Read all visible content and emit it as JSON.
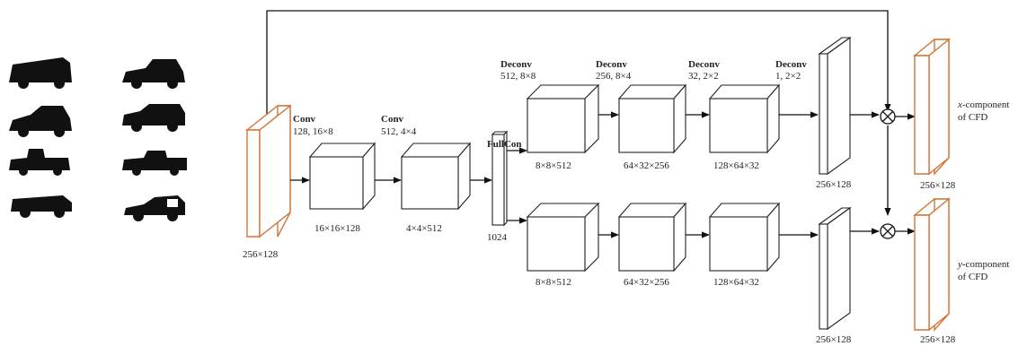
{
  "input": {
    "size": "256×128"
  },
  "encoder": {
    "conv1": {
      "name": "Conv",
      "params": "128, 16×8",
      "output": "16×16×128"
    },
    "conv2": {
      "name": "Conv",
      "params": "512, 4×4",
      "output": "4×4×512"
    },
    "fullcon": {
      "name": "FullCon",
      "output": "1024"
    }
  },
  "decoder_top": {
    "layers": [
      {
        "name": "Deconv",
        "params": "512, 8×8",
        "output": "8×8×512"
      },
      {
        "name": "Deconv",
        "params": "256, 8×4",
        "output": "64×32×256"
      },
      {
        "name": "Deconv",
        "params": "32, 2×2",
        "output": "128×64×32"
      },
      {
        "name": "Deconv",
        "params": "1, 2×2",
        "output": "256×128"
      }
    ]
  },
  "decoder_bottom": {
    "outputs": [
      "8×8×512",
      "64×32×256",
      "128×64×32",
      "256×128"
    ]
  },
  "outputs": {
    "x": {
      "italic": "x",
      "rest": "-component",
      "line2": "of CFD",
      "size": "256×128"
    },
    "y": {
      "italic": "y",
      "rest": "-component",
      "line2": "of CFD",
      "size": "256×128"
    }
  },
  "colors": {
    "accent": "#d2753a",
    "ink": "#111111"
  },
  "icons": {
    "multiply": "circled-times-icon",
    "arrow": "arrowhead-icon"
  }
}
